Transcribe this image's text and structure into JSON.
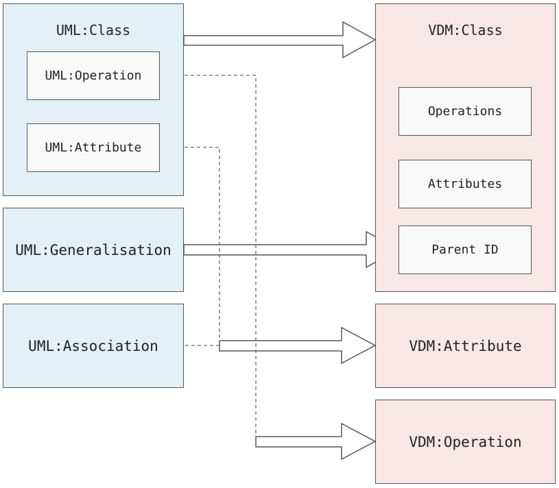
{
  "uml": {
    "class": {
      "title": "UML:Class",
      "operation": "UML:Operation",
      "attribute": "UML:Attribute"
    },
    "generalisation": "UML:Generalisation",
    "association": "UML:Association"
  },
  "vdm": {
    "class": {
      "title": "VDM:Class",
      "operations": "Operations",
      "attributes": "Attributes",
      "parent_id": "Parent ID"
    },
    "attribute": "VDM:Attribute",
    "operation": "VDM:Operation"
  },
  "colors": {
    "uml_fill": "#e3f0f5",
    "vdm_fill": "#f9e6e6",
    "inner_fill": "#f9f9f9",
    "stroke": "#555555"
  }
}
